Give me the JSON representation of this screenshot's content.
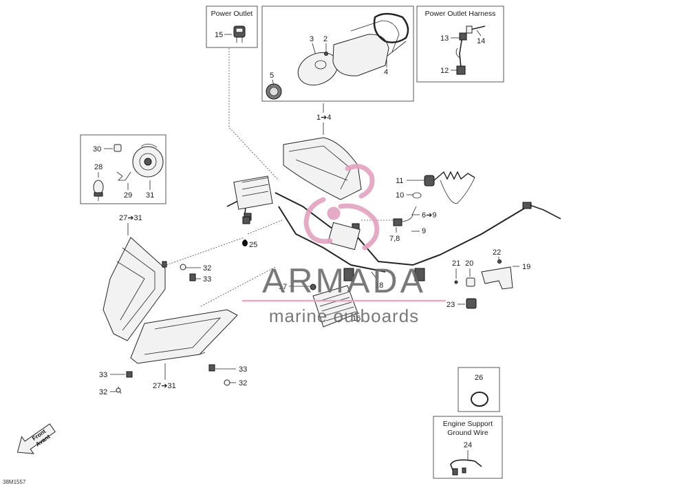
{
  "boxes": {
    "power_outlet": {
      "title": "Power Outlet",
      "part": "15"
    },
    "gauge": {
      "parts": [
        "2",
        "3",
        "4",
        "5"
      ]
    },
    "power_outlet_harness": {
      "title": "Power Outlet Harness",
      "parts": [
        "12",
        "13",
        "14"
      ]
    },
    "o_ring": {
      "part": "26"
    },
    "engine_support_ground_wire": {
      "title_line1": "Engine Support",
      "title_line2": "Ground Wire",
      "part": "24"
    }
  },
  "callouts": {
    "c1_4": "1➔4",
    "c30": "30",
    "c28": "28",
    "c29": "29",
    "c31": "31",
    "c27_31_top": "27➔31",
    "c11": "11",
    "c10": "10",
    "c6_9": "6➔9",
    "c9": "9",
    "c7_8": "7,8",
    "c25": "25",
    "c32a": "32",
    "c33a": "33",
    "c17": "17",
    "c16": "16",
    "c18": "18",
    "c21": "21",
    "c20": "20",
    "c22": "22",
    "c19": "19",
    "c23": "23",
    "c33b": "33",
    "c32b": "32",
    "c33c": "33",
    "c32c": "32",
    "c27_31_bottom": "27➔31"
  },
  "watermark": {
    "brand": "ARMADA",
    "tagline": "marine outboards",
    "accent": "#e3a3c0",
    "text_color": "#6b6b6b"
  },
  "front_arrow": {
    "line1": "Front",
    "line2": "Avant"
  },
  "diagram_code": "38M1557"
}
